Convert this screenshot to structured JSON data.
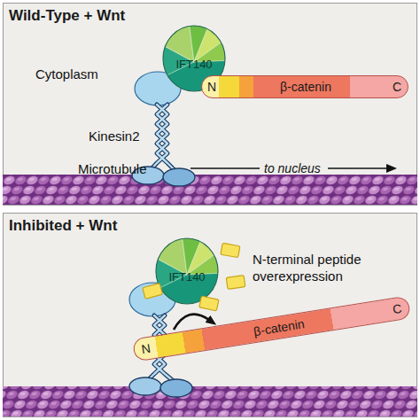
{
  "diagram": {
    "nodes": [
      {
        "text": [
          "Wild-Type + Wnt"
        ]
      },
      {
        "text": [
          "IFT140"
        ],
        "in": 0
      },
      {
        "text": [
          "N",
          "β-catenin",
          "C"
        ],
        "in": 0
      },
      {
        "text": [
          "Inhibited + Wnt"
        ]
      },
      {
        "text": [
          "IFT140"
        ],
        "in": 3
      },
      {
        "text": [
          "N",
          "β-catenin",
          "C"
        ],
        "in": 3
      }
    ],
    "labels": [
      "Cytoplasm",
      "Kinesin2",
      "Microtubule",
      "to nucleus",
      "N-terminal peptide overexpression"
    ]
  }
}
